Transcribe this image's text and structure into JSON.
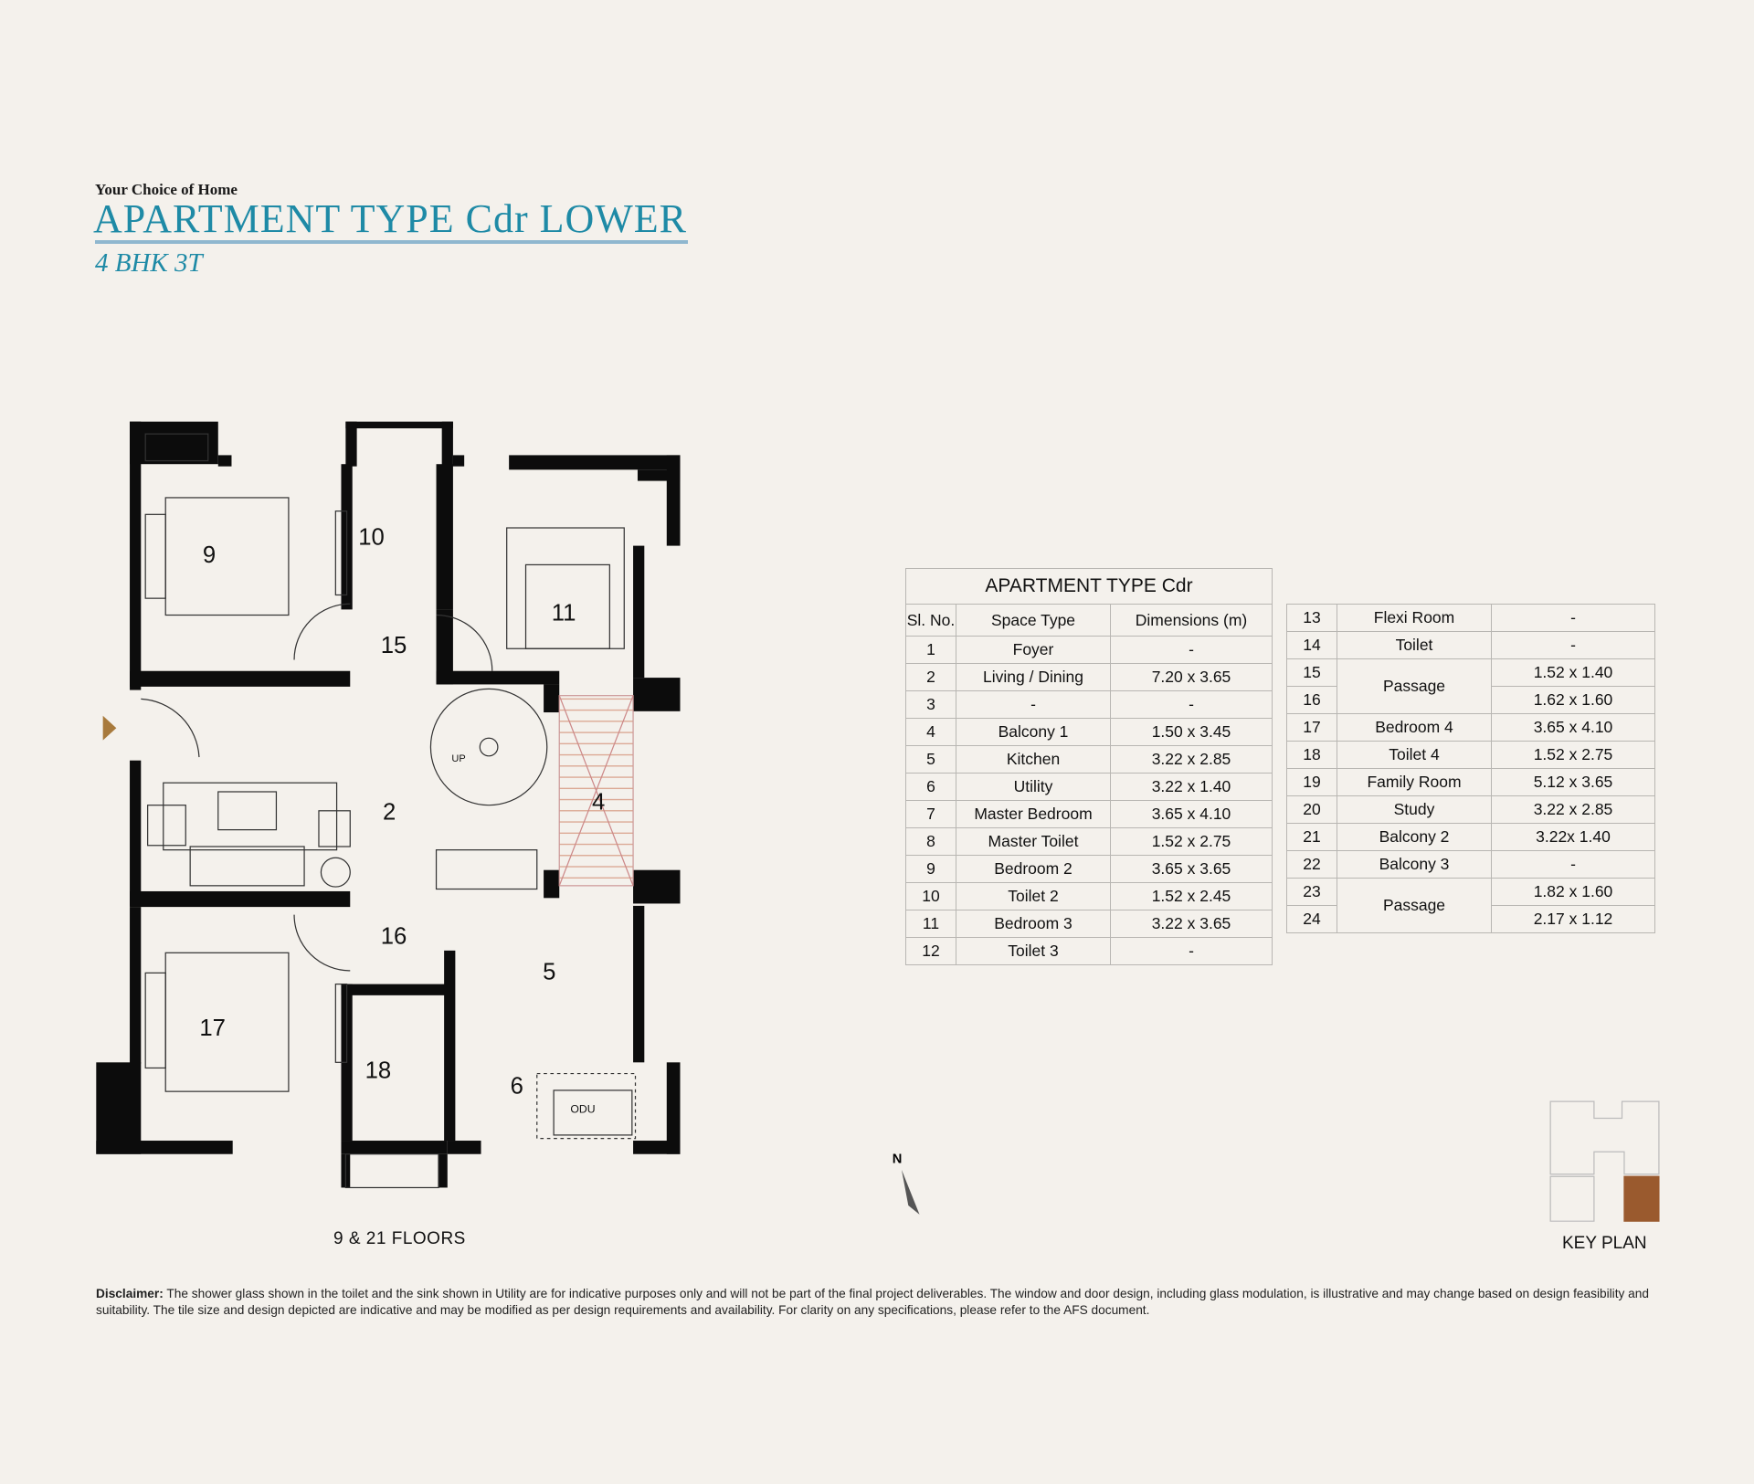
{
  "header": {
    "tagline": "Your Choice of Home",
    "title": "APARTMENT TYPE Cdr LOWER",
    "subtitle": "4 BHK 3T",
    "accent_color": "#1e8aa6"
  },
  "floor_plan": {
    "room_labels": {
      "r9": "9",
      "r10": "10",
      "r11": "11",
      "r15": "15",
      "r2": "2",
      "r4": "4",
      "r16": "16",
      "r5": "5",
      "r17": "17",
      "r18": "18",
      "r6": "6",
      "odu": "ODU",
      "up": "UP"
    },
    "floors_caption": "9 & 21 FLOORS",
    "north_label": "N"
  },
  "table_left": {
    "title": "APARTMENT TYPE Cdr",
    "headers": [
      "Sl. No.",
      "Space Type",
      "Dimensions (m)"
    ],
    "rows": [
      [
        "1",
        "Foyer",
        "-"
      ],
      [
        "2",
        "Living / Dining",
        "7.20 x 3.65"
      ],
      [
        "3",
        "-",
        "-"
      ],
      [
        "4",
        "Balcony 1",
        "1.50 x 3.45"
      ],
      [
        "5",
        "Kitchen",
        "3.22 x 2.85"
      ],
      [
        "6",
        "Utility",
        "3.22 x 1.40"
      ],
      [
        "7",
        "Master Bedroom",
        "3.65 x 4.10"
      ],
      [
        "8",
        "Master Toilet",
        "1.52 x 2.75"
      ],
      [
        "9",
        "Bedroom 2",
        "3.65 x 3.65"
      ],
      [
        "10",
        "Toilet 2",
        "1.52 x 2.45"
      ],
      [
        "11",
        "Bedroom 3",
        "3.22 x 3.65"
      ],
      [
        "12",
        "Toilet 3",
        "-"
      ]
    ]
  },
  "table_right": {
    "rows": [
      [
        "13",
        "Flexi Room",
        "-"
      ],
      [
        "14",
        "Toilet",
        "-"
      ],
      [
        "15",
        "Passage",
        "1.52 x 1.40"
      ],
      [
        "16",
        "",
        "1.62 x 1.60"
      ],
      [
        "17",
        "Bedroom 4",
        "3.65 x 4.10"
      ],
      [
        "18",
        "Toilet 4",
        "1.52 x 2.75"
      ],
      [
        "19",
        "Family Room",
        "5.12 x 3.65"
      ],
      [
        "20",
        "Study",
        "3.22 x 2.85"
      ],
      [
        "21",
        "Balcony 2",
        "3.22x 1.40"
      ],
      [
        "22",
        "Balcony 3",
        "-"
      ],
      [
        "23",
        "Passage",
        "1.82 x 1.60"
      ],
      [
        "24",
        "",
        "2.17 x 1.12"
      ]
    ]
  },
  "key_plan": {
    "label": "KEY PLAN",
    "highlight_color": "#9a5a2e"
  },
  "disclaimer": {
    "label": "Disclaimer:",
    "text": " The shower glass shown in the toilet and the sink shown in Utility are for indicative purposes only and will not be part of the final project deliverables. The window and door design, including glass modulation, is illustrative and may change based on design feasibility and suitability. The tile size and design depicted are indicative and may be modified as per design requirements and availability. For clarity on any specifications, please refer to the AFS document."
  }
}
